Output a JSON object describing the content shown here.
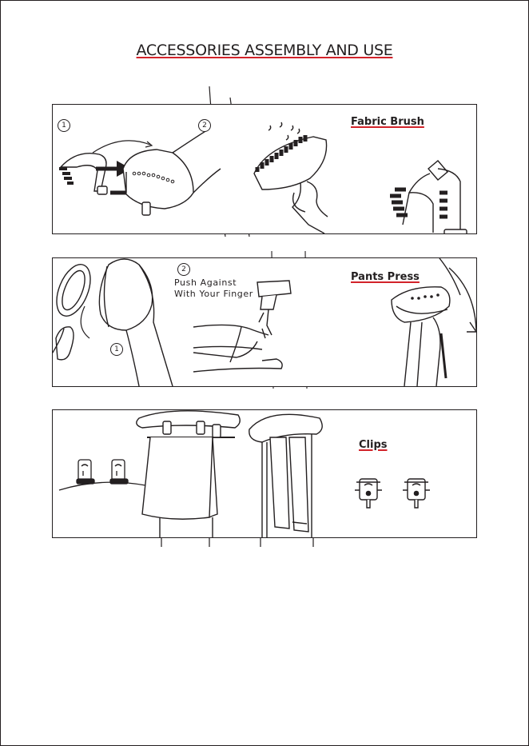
{
  "title": "ACCESSORIES ASSEMBLY AND USE",
  "colors": {
    "ink": "#231f20",
    "accent": "#d2232a"
  },
  "sections": {
    "fabric_brush": {
      "label": "Fabric Brush",
      "steps": [
        "1",
        "2"
      ],
      "icons": [
        "fabric-brush-icon",
        "steamer-head-icon",
        "arrow-right-icon"
      ]
    },
    "pants_press": {
      "label": "Pants Press",
      "steps": [
        "1",
        "2"
      ],
      "instruction_line1": "Push Against",
      "instruction_line2": "With Your Finger",
      "icons": [
        "pants-press-icon",
        "steamer-head-icon",
        "hand-icon"
      ]
    },
    "clips": {
      "label": "Clips",
      "icons": [
        "clip-icon",
        "hanger-icon",
        "garment-icon"
      ]
    }
  }
}
